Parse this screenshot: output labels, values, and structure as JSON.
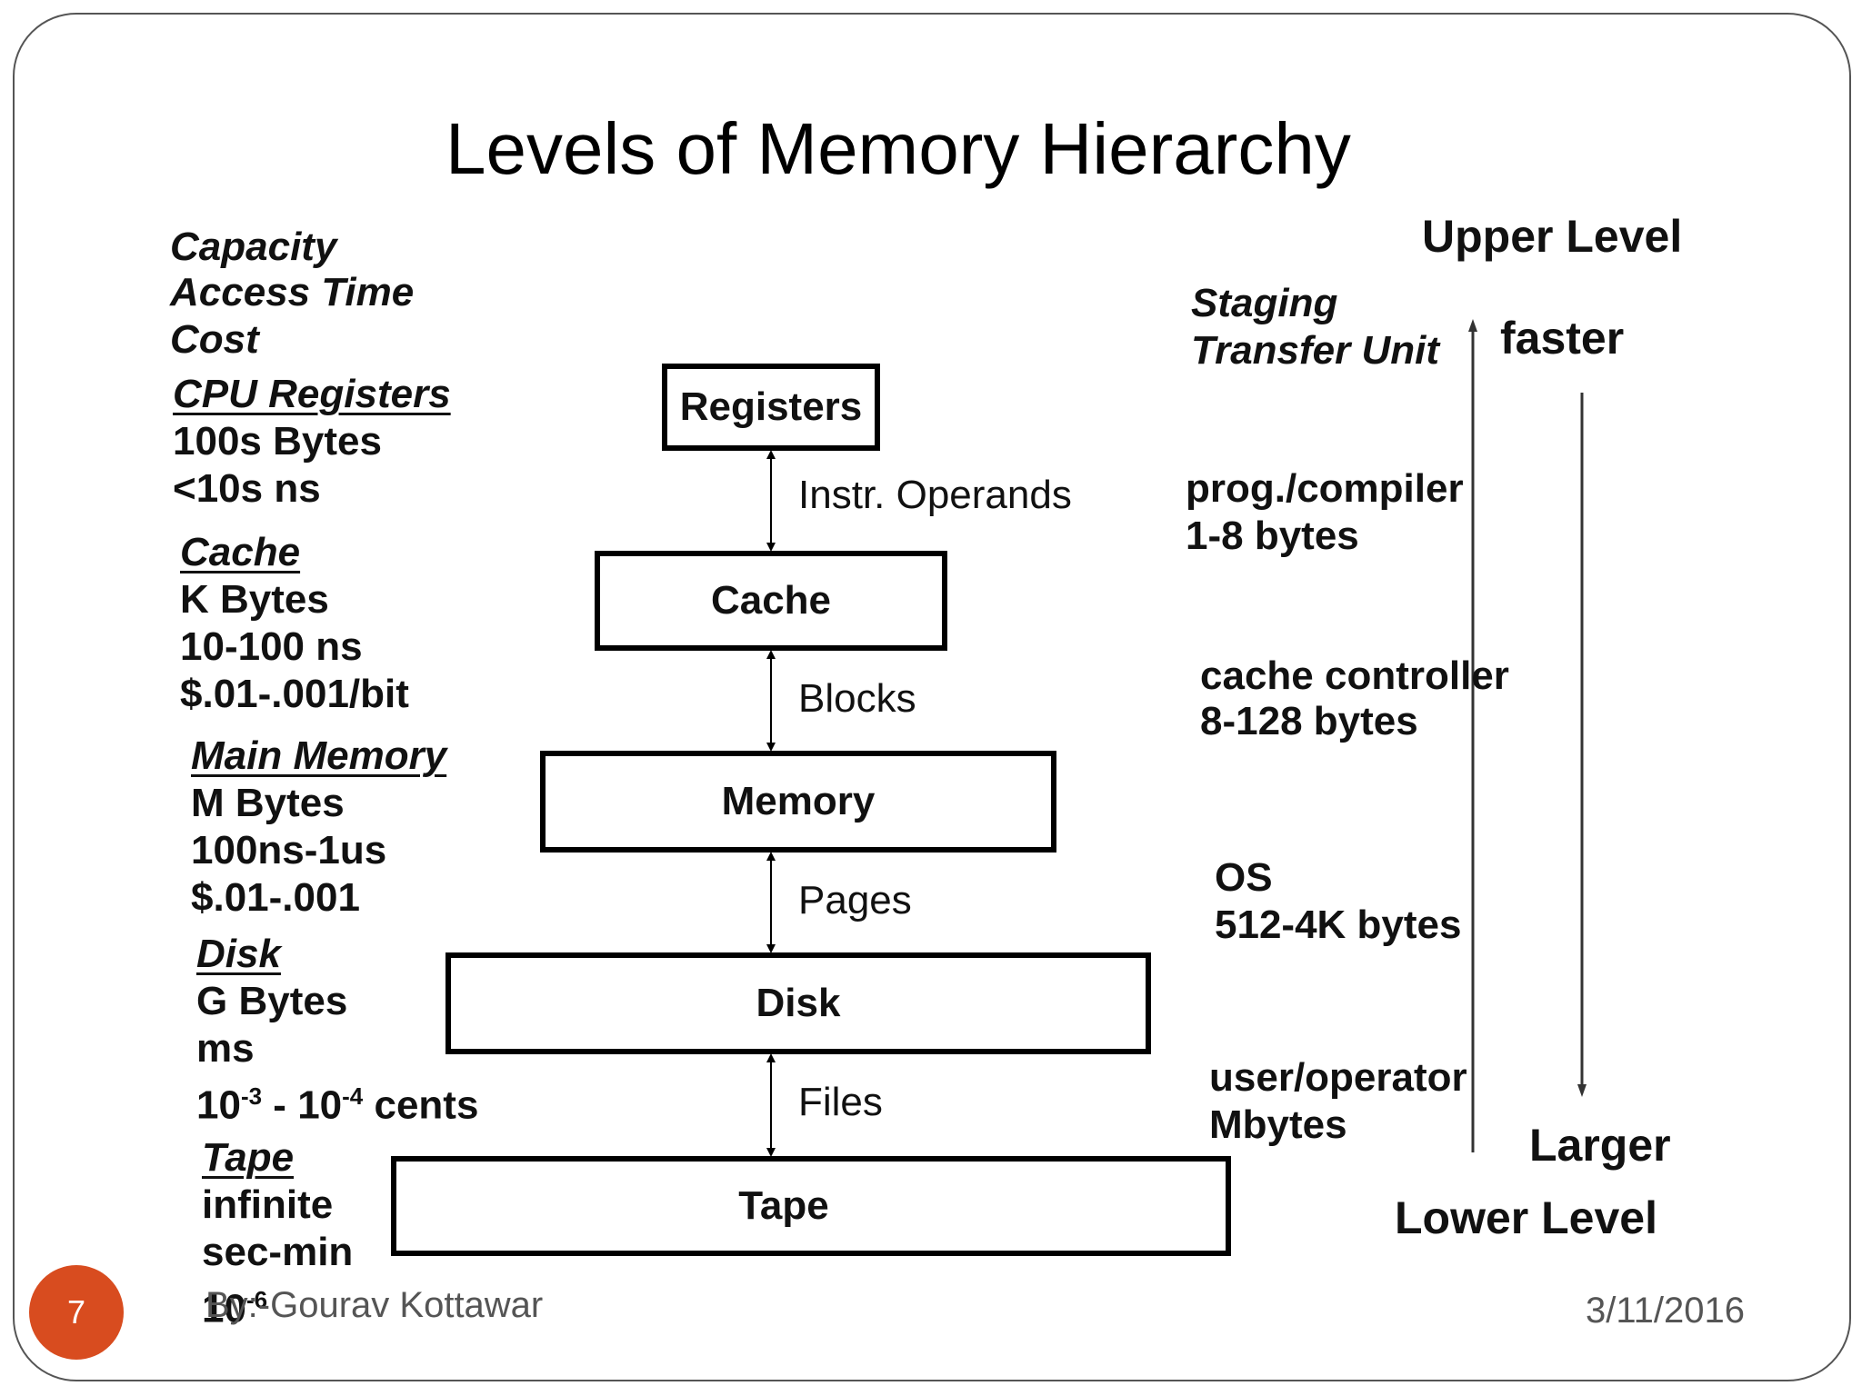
{
  "title": "Levels of Memory Hierarchy",
  "left_header": {
    "line1": "Capacity",
    "line2": "Access Time",
    "line3": "Cost"
  },
  "left_levels": [
    {
      "name": "CPU Registers",
      "capacity": "100s Bytes",
      "access": "<10s ns",
      "cost": ""
    },
    {
      "name": "Cache",
      "capacity": "K Bytes",
      "access": "10-100 ns",
      "cost": "$.01-.001/bit"
    },
    {
      "name": "Main Memory",
      "capacity": "M Bytes",
      "access": "100ns-1us",
      "cost": "$.01-.001"
    },
    {
      "name": "Disk",
      "capacity": "G Bytes",
      "access": "ms",
      "cost_base1": "10",
      "cost_exp1": "-3",
      "cost_sep": " - ",
      "cost_base2": "10",
      "cost_exp2": "-4",
      "cost_unit": " cents"
    },
    {
      "name": "Tape",
      "capacity": "infinite",
      "access": "sec-min",
      "cost_base": "10",
      "cost_exp": "-6"
    }
  ],
  "boxes": [
    "Registers",
    "Cache",
    "Memory",
    "Disk",
    "Tape"
  ],
  "transfer_labels": [
    "Instr. Operands",
    "Blocks",
    "Pages",
    "Files"
  ],
  "right_header": {
    "line1": "Staging",
    "line2": "Transfer Unit"
  },
  "staging": [
    {
      "who": "prog./compiler",
      "size": "1-8 bytes"
    },
    {
      "who": "cache controller",
      "size": "8-128 bytes"
    },
    {
      "who": "OS",
      "size": "512-4K bytes"
    },
    {
      "who": "user/operator",
      "size": "Mbytes"
    }
  ],
  "upper_level": "Upper Level",
  "faster": "faster",
  "larger": "Larger",
  "lower_level": "Lower Level",
  "slide_number": "7",
  "author": "By:-Gourav Kottawar",
  "date": "3/11/2016",
  "colors": {
    "badge": "#d84c1f",
    "border": "#555555",
    "text": "#000000"
  }
}
